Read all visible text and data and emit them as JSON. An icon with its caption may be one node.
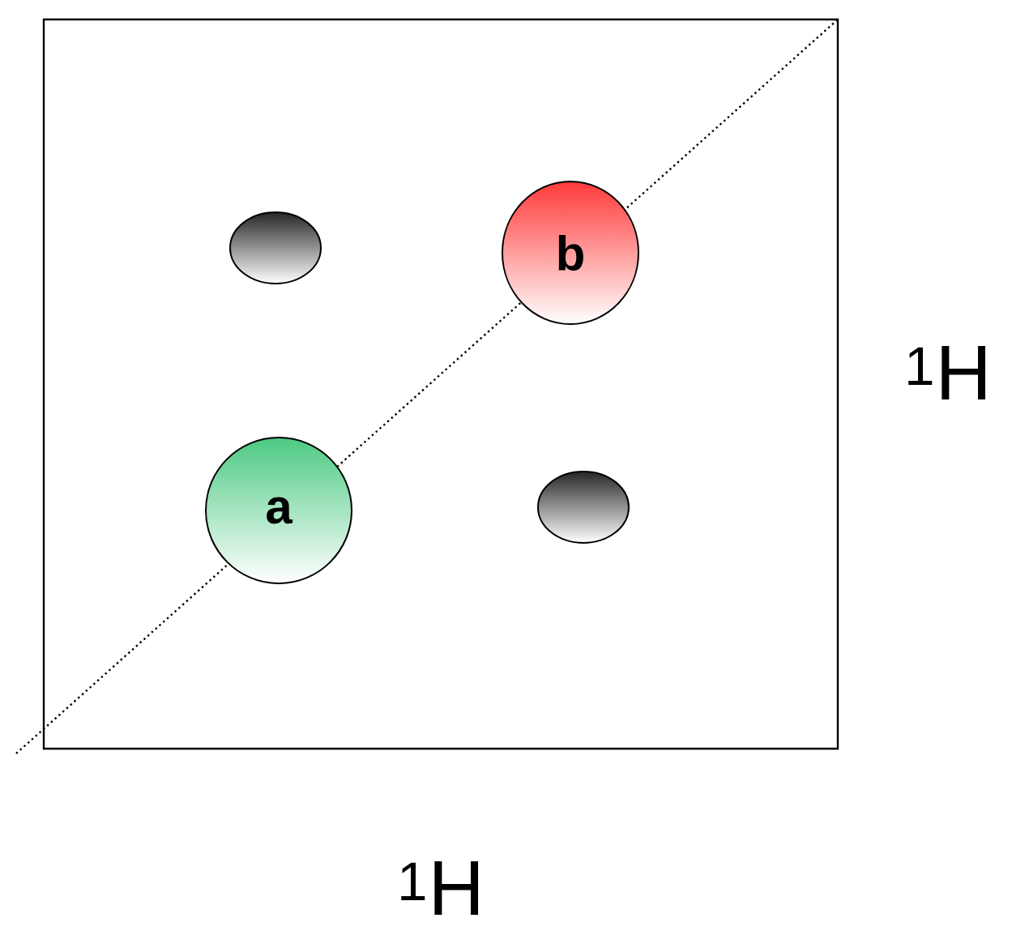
{
  "diagram": {
    "nodes": [
      {
        "text": [],
        "shape": "box"
      },
      {
        "text": [],
        "shape": "ellipse",
        "in": 0
      },
      {
        "text": [
          "b"
        ],
        "in": 0
      },
      {
        "text": [
          "a"
        ],
        "in": 0
      },
      {
        "text": [],
        "shape": "ellipse",
        "in": 0
      }
    ],
    "labels": [
      "$^{1}$H",
      "$^{1}$H"
    ]
  }
}
